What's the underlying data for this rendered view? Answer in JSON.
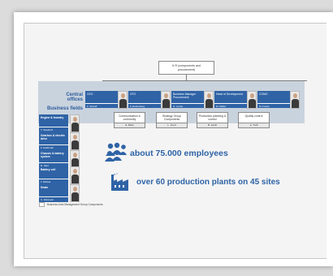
{
  "top_box": {
    "line1": "K.R (components and",
    "line2": "procurement)"
  },
  "labels": {
    "central_offices_1": "Central",
    "central_offices_2": "offices",
    "business_fields": "Business fields"
  },
  "offices": [
    {
      "title": "CEO",
      "name": "F. Schluff"
    },
    {
      "title": "CFO",
      "name": "F. Emberberg"
    },
    {
      "title": "Business Manager Procurement",
      "name": "G. Lucas"
    },
    {
      "title": "Head of Development",
      "name": "M. Müller"
    },
    {
      "title": "COMO",
      "name": "M. Funke"
    }
  ],
  "functions": [
    {
      "title": "Communication & conformity",
      "name": "E. Belts"
    },
    {
      "title": "Strategy Group Components",
      "name": "L. Fund"
    },
    {
      "title": "Production planning & control",
      "name": "B. Gerlit"
    },
    {
      "title": "Quality control",
      "name": "A. Treff"
    }
  ],
  "business": [
    {
      "title": "Engine & foundry",
      "name": "T. Teauhoff"
    },
    {
      "title": "Gearbox & electric drive",
      "name": "F. Heldmuth"
    },
    {
      "title": "Chassis & battery system",
      "name": "D. Sent"
    },
    {
      "title": "Battery cell",
      "name": "T. Winkel"
    },
    {
      "title": "Seats",
      "name": "C. Fitzmann"
    }
  ],
  "legend": "Business Area Management Group Components",
  "stats": {
    "employees": "about 75.000 employees",
    "plants": "over 60 production plants on 45 sites"
  },
  "colors": {
    "accent": "#2f63a6",
    "band": "#c9d3de"
  }
}
